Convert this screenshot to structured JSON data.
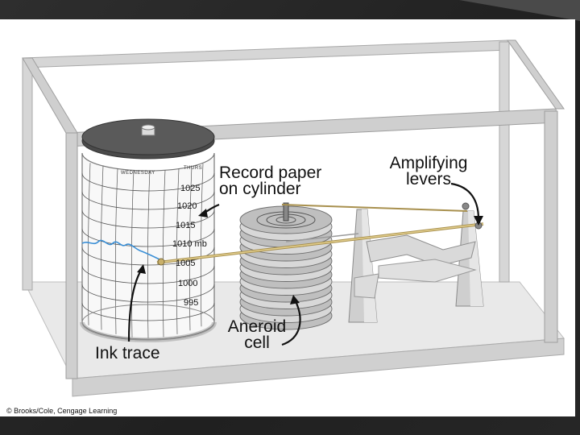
{
  "labels": {
    "record_paper_line1": "Record paper",
    "record_paper_line2": "on cylinder",
    "amplifying_line1": "Amplifying",
    "amplifying_line2": "levers",
    "aneroid_line1": "Aneroid",
    "aneroid_line2": "cell",
    "ink_trace": "Ink trace"
  },
  "drum": {
    "day_label": "WEDNESDAY",
    "day_label_next": "THURS",
    "scale_values": [
      "1025",
      "1020",
      "1015",
      "1010 mb",
      "1005",
      "1000",
      "995"
    ]
  },
  "credit": "© Brooks/Cole, Cengage Learning",
  "colors": {
    "frame": "#c8c8c8",
    "base": "#e6e6e6",
    "drum_top": "#555555",
    "ink": "#3a8fd6",
    "lever": "#c9b06a"
  }
}
